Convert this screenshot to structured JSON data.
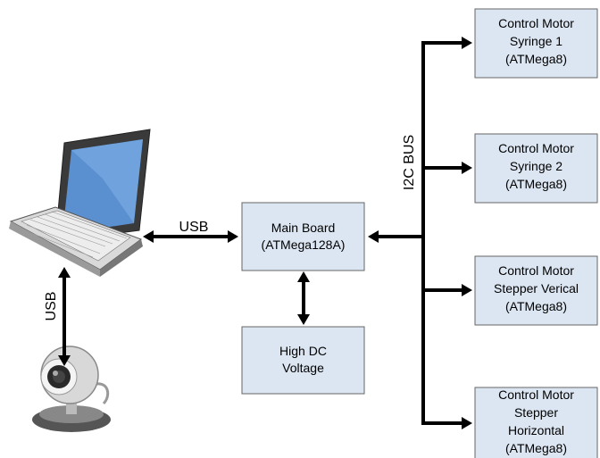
{
  "diagram": {
    "main_board": {
      "lines": [
        "Main Board",
        "(ATMega128A)"
      ]
    },
    "high_dc": {
      "lines": [
        "High DC",
        "Voltage"
      ]
    },
    "motor1": {
      "lines": [
        "Control Motor",
        "Syringe 1",
        "(ATMega8)"
      ]
    },
    "motor2": {
      "lines": [
        "Control Motor",
        "Syringe 2",
        "(ATMega8)"
      ]
    },
    "motor3": {
      "lines": [
        "Control Motor",
        "Stepper Verical",
        "(ATMega8)"
      ]
    },
    "motor4": {
      "lines": [
        "Control Motor",
        "Stepper",
        "Horizontal",
        "(ATMega8)"
      ]
    },
    "labels": {
      "usb_horizontal": "USB",
      "usb_vertical": "USB",
      "i2c_bus": "I2C BUS"
    },
    "colors": {
      "box_fill": "#dce6f2",
      "box_stroke": "#666666",
      "wire": "#000000"
    }
  }
}
